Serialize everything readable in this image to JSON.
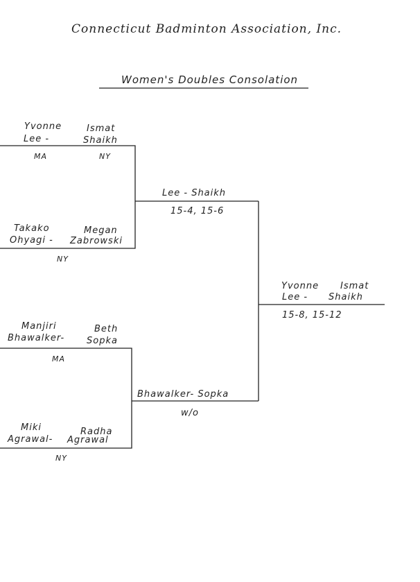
{
  "header": {
    "organization": "Connecticut Badminton Association, Inc.",
    "event": "Women's Doubles Consolation"
  },
  "round1": [
    {
      "player1_first": "Yvonne",
      "player1_last": "Lee -",
      "player2_first": "Ismat",
      "player2_last": "Shaikh",
      "state1": "MA",
      "state2": "NY"
    },
    {
      "player1_first": "Takako",
      "player1_last": "Ohyagi -",
      "player2_first": "Megan",
      "player2_last": "Zabrowski",
      "state": "NY"
    },
    {
      "player1_first": "Manjiri",
      "player1_last": "Bhawalker-",
      "player2_first": "Beth",
      "player2_last": "Sopka",
      "state": "MA"
    },
    {
      "player1_first": "Miki",
      "player1_last": "Agrawal-",
      "player2_first": "Radha",
      "player2_last": "Agrawal",
      "state": "NY"
    }
  ],
  "round2": [
    {
      "winner": "Lee - Shaikh",
      "score": "15-4, 15-6"
    },
    {
      "winner": "Bhawalker- Sopka",
      "score": "w/o"
    }
  ],
  "final": {
    "player1_first": "Yvonne",
    "player1_last": "Lee -",
    "player2_first": "Ismat",
    "player2_last": "Shaikh",
    "score": "15-8, 15-12"
  }
}
